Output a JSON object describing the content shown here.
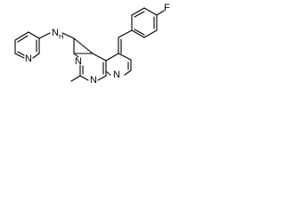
{
  "molecule": {
    "atoms": {
      "amine_N": "N",
      "amine_H": "H",
      "fluorine": "F",
      "pyridinyl_left_N": "N",
      "pyrimidine_N_left": "N",
      "pyrimidine_N_right": "N",
      "pyridinyl_right_N": "N"
    }
  },
  "colors": {
    "bond": "#000000",
    "text": "#000000",
    "background": "#ffffff"
  }
}
